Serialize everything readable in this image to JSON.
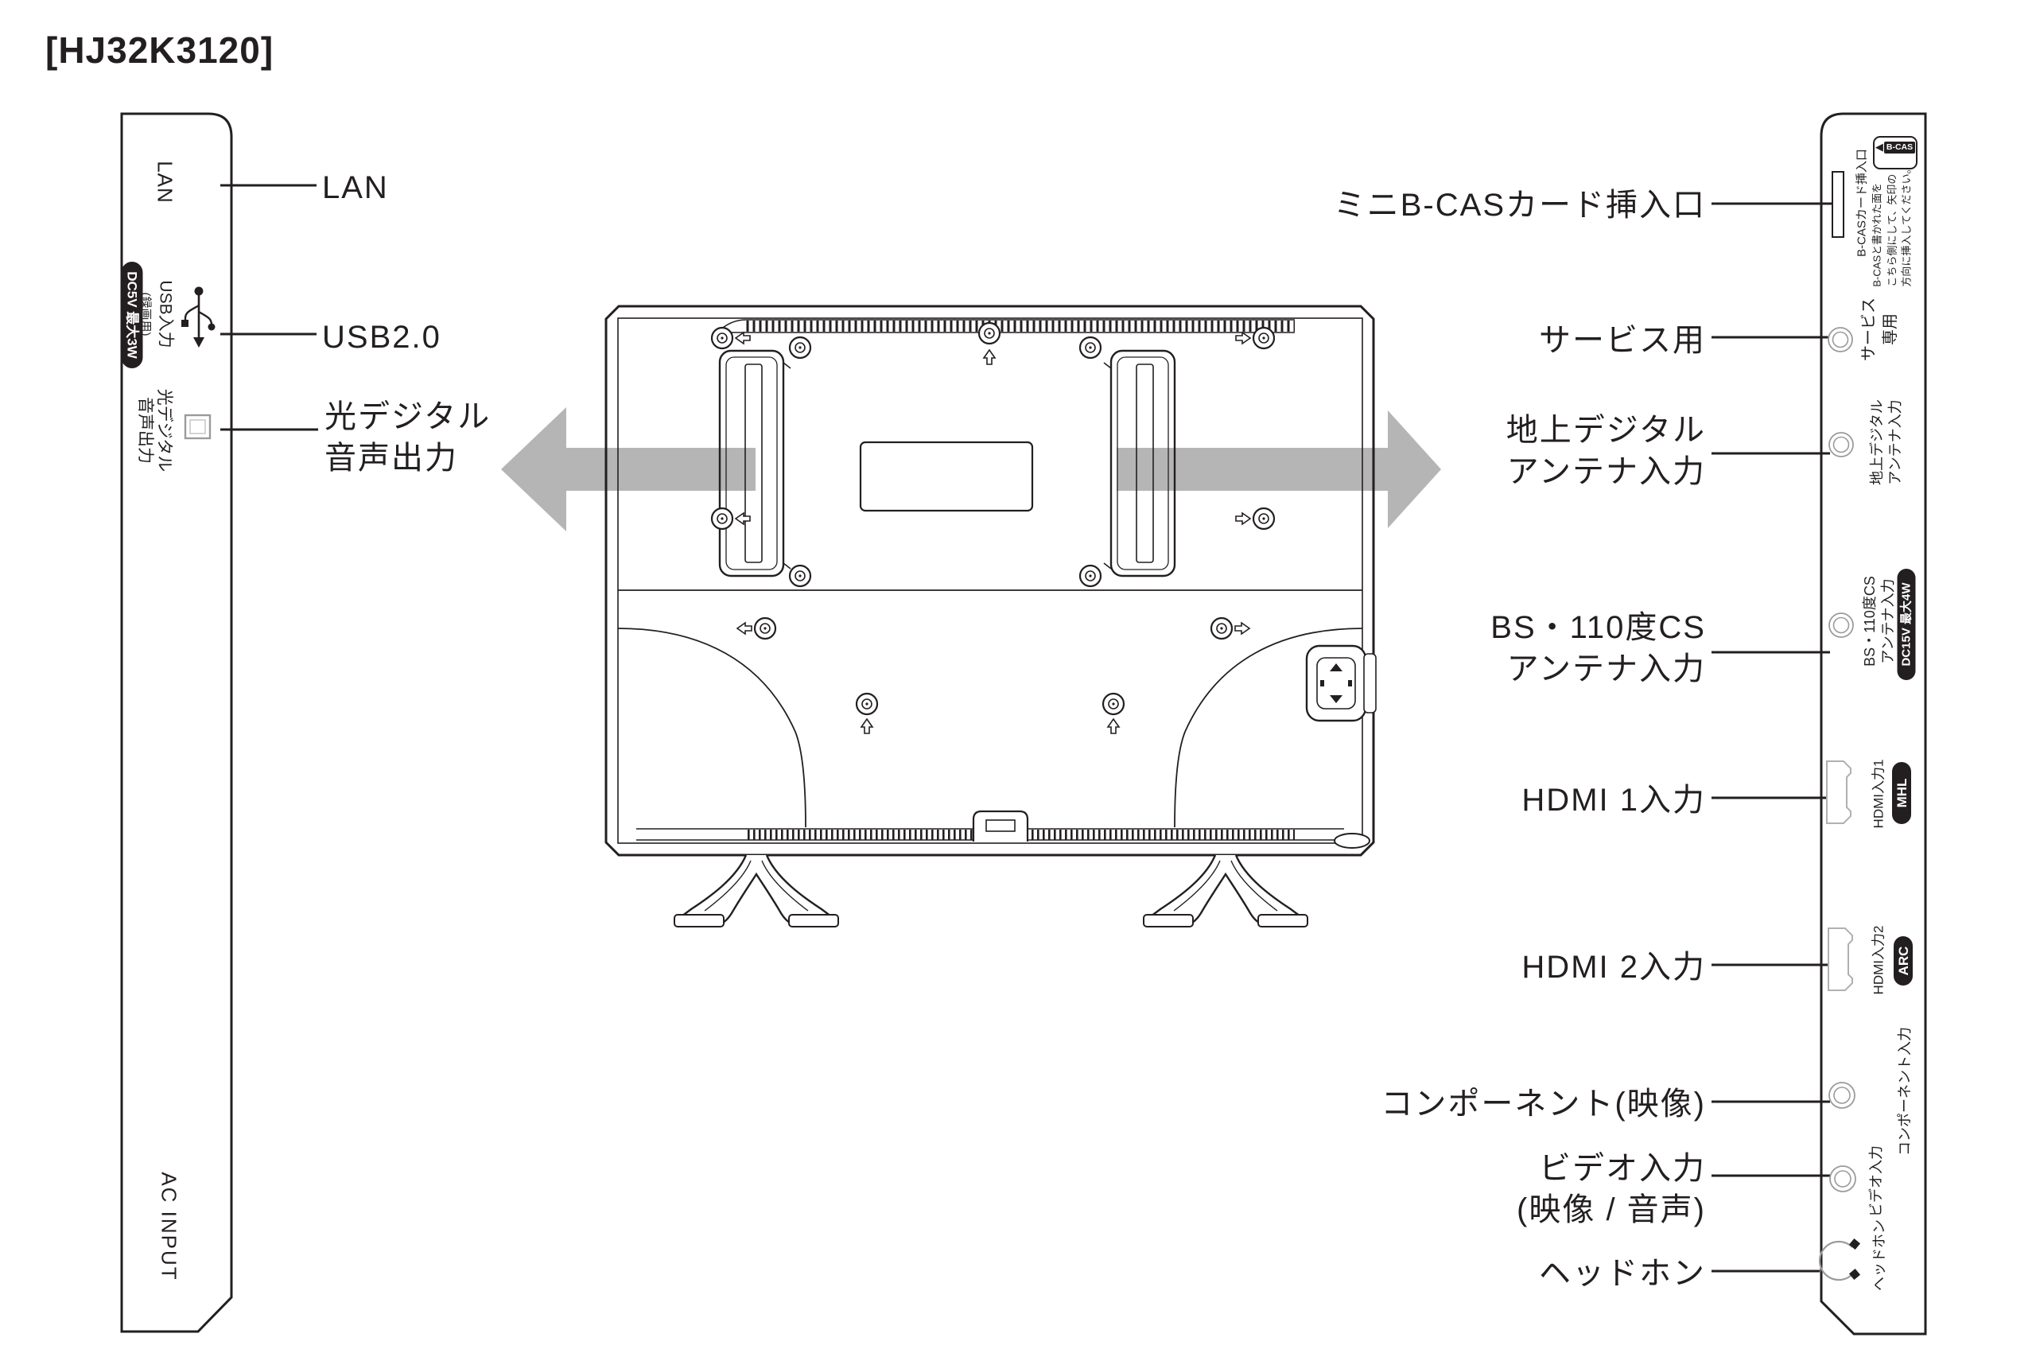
{
  "title": "[HJ32K3120]",
  "colors": {
    "line": "#231f20",
    "arrow": "#b5b5b5",
    "badge_bg": "#231f20",
    "badge_text": "#ffffff",
    "port_gray": "#9b9b9b"
  },
  "left_strip": {
    "lan": "LAN",
    "usb_badge": "DC5V 最大3W",
    "usb_label": "USB入力",
    "usb_note": "(録画用)",
    "optical_lines": [
      "光デジタル",
      "音声出力"
    ],
    "ac_input": "AC INPUT"
  },
  "right_strip": {
    "bcas_slot_label": "B-CASカード挿入口",
    "bcas_note_lines": [
      "B-CASと書かれた面を",
      "こちら側にして、矢印の",
      "方向に挿入してください。"
    ],
    "bcas_badge": "B-CAS",
    "service_lines": [
      "サービス",
      "専用"
    ],
    "terrestrial_lines": [
      "地上デジタル",
      "アンテナ入力"
    ],
    "bs_lines": [
      "BS・110度CS",
      "アンテナ入力"
    ],
    "bs_badge": "DC15V 最大4W",
    "hdmi1": "HDMI入力1",
    "hdmi1_badge": "MHL",
    "hdmi2": "HDMI入力2",
    "hdmi2_badge": "ARC",
    "component": "コンポーネント入力",
    "video": "ビデオ入力",
    "headphone": "ヘッドホン"
  },
  "callouts_left": [
    {
      "label": "LAN"
    },
    {
      "label": "USB2.0"
    },
    {
      "lines": [
        "光デジタル",
        "音声出力"
      ]
    }
  ],
  "callouts_right": [
    {
      "label": "ミニB-CASカード挿入口"
    },
    {
      "label": "サービス用"
    },
    {
      "lines": [
        "地上デジタル",
        "アンテナ入力"
      ]
    },
    {
      "lines": [
        "BS・110度CS",
        "アンテナ入力"
      ]
    },
    {
      "label": "HDMI 1入力"
    },
    {
      "label": "HDMI 2入力"
    },
    {
      "label": "コンポーネント(映像)"
    },
    {
      "lines": [
        "ビデオ入力",
        "(映像 / 音声)"
      ]
    },
    {
      "label": "ヘッドホン"
    }
  ],
  "icons": {
    "usb": "usb-trident-icon",
    "optical": "optical-out-port-icon",
    "bcas_arrow": "insert-direction-arrow-icon",
    "headphone": "headphone-icon",
    "jack": "round-jack-icon",
    "hdmi": "hdmi-port-icon"
  }
}
